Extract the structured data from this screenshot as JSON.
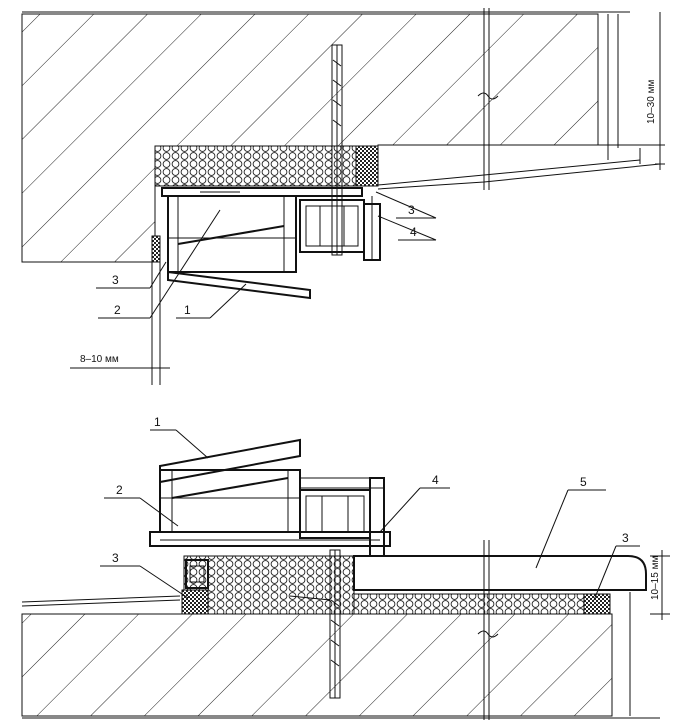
{
  "top_section": {
    "labels": {
      "l3a": "3",
      "l2": "2",
      "l1": "1",
      "l3b": "3",
      "l4": "4"
    },
    "dimension_gap": "8–10 мм",
    "dimension_right": "10–30 мм"
  },
  "bottom_section": {
    "labels": {
      "l1": "1",
      "l2": "2",
      "l3a": "3",
      "l4": "4",
      "l5": "5",
      "l3b": "3"
    },
    "dimension_right": "10–15 мм"
  },
  "colors": {
    "line": "#111111",
    "background": "#ffffff"
  }
}
